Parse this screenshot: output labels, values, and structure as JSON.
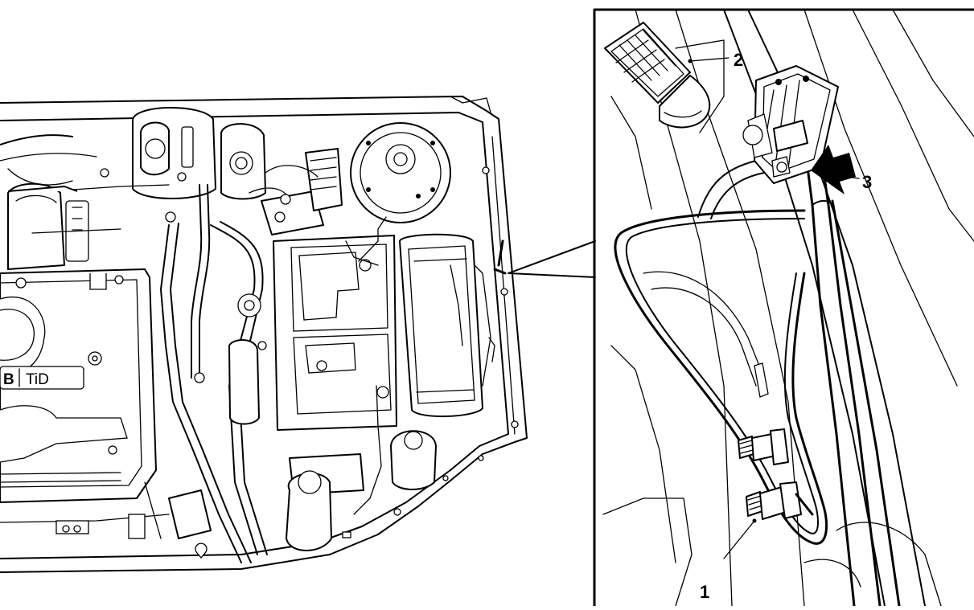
{
  "engine_badge": {
    "brand_glyph": "B",
    "model": "TiD"
  },
  "callouts": [
    {
      "id": "1",
      "label": "1"
    },
    {
      "id": "2",
      "label": "2"
    },
    {
      "id": "3",
      "label": "3"
    }
  ],
  "icons": {
    "push_direction": "arrow-icon"
  }
}
